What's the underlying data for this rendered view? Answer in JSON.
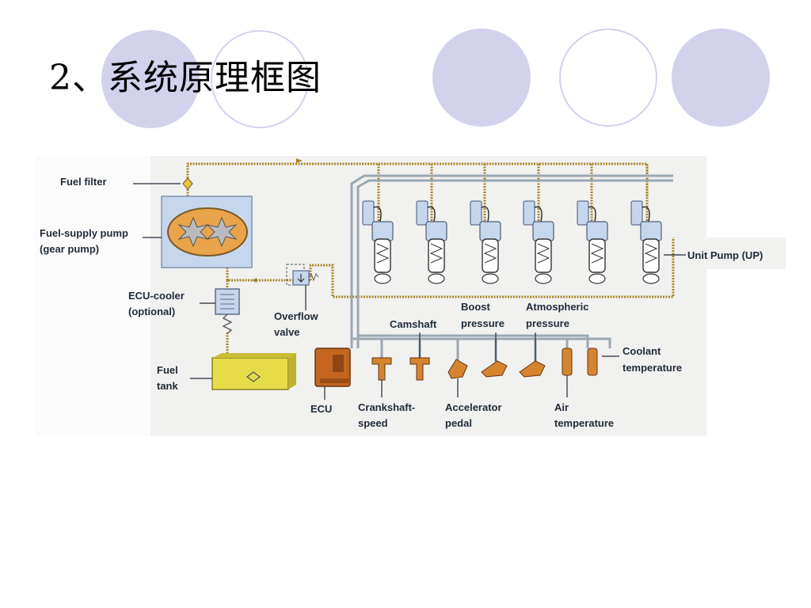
{
  "slide": {
    "title": "2、系统原理框图"
  },
  "diagram": {
    "labels": {
      "fuel_filter": "Fuel filter",
      "fuel_supply_pump_line1": "Fuel-supply pump",
      "fuel_supply_pump_line2": "(gear pump)",
      "ecu_cooler_line1": "ECU-cooler",
      "ecu_cooler_line2": "(optional)",
      "fuel_tank_line1": "Fuel",
      "fuel_tank_line2": "tank",
      "overflow_valve_line1": "Overflow",
      "overflow_valve_line2": "valve",
      "unit_pump": "Unit Pump (UP)",
      "ecu": "ECU",
      "crankshaft_line1": "Crankshaft-",
      "crankshaft_line2": "speed",
      "camshaft": "Camshaft",
      "boost_line1": "Boost",
      "boost_line2": "pressure",
      "atmospheric_line1": "Atmospheric",
      "atmospheric_line2": "pressure",
      "accelerator_line1": "Accelerator",
      "accelerator_line2": "pedal",
      "air_temp_line1": "Air",
      "air_temp_line2": "temperature",
      "coolant_line1": "Coolant",
      "coolant_line2": "temperature"
    },
    "colors": {
      "fuel_line": "#a8832a",
      "panel_bg": "#f1f1f0",
      "pump_bg": "#c6d6ec",
      "gear": "#b8bcc2",
      "ecu": "#c4651f",
      "sensor": "#d58530",
      "tank": "#e6dc48",
      "wire": "#9aa7b3"
    },
    "unit_pump_count": 6
  }
}
